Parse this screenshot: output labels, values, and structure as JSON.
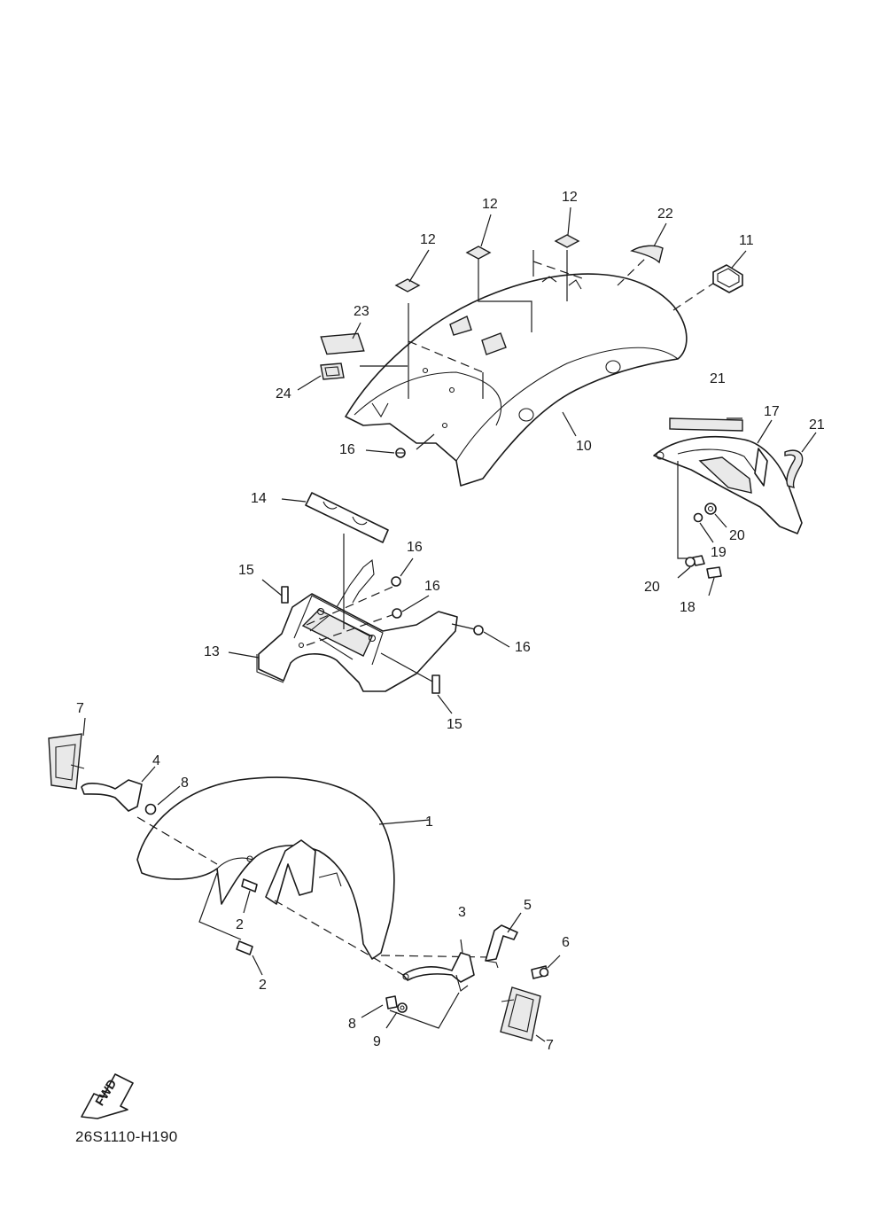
{
  "diagram_code": "26S1110-H190",
  "direction_badge": "FWD",
  "callouts": {
    "c1": "1",
    "c2a": "2",
    "c2b": "2",
    "c3": "3",
    "c4": "4",
    "c5": "5",
    "c6": "6",
    "c7a": "7",
    "c7b": "7",
    "c8a": "8",
    "c8b": "8",
    "c9": "9",
    "c10": "10",
    "c11": "11",
    "c12a": "12",
    "c12b": "12",
    "c12c": "12",
    "c13": "13",
    "c14": "14",
    "c15a": "15",
    "c15b": "15",
    "c16a": "16",
    "c16b": "16",
    "c16c": "16",
    "c16d": "16",
    "c17": "17",
    "c18": "18",
    "c19": "19",
    "c20a": "20",
    "c20b": "20",
    "c21a": "21",
    "c21b": "21",
    "c22": "22",
    "c23": "23",
    "c24": "24"
  }
}
